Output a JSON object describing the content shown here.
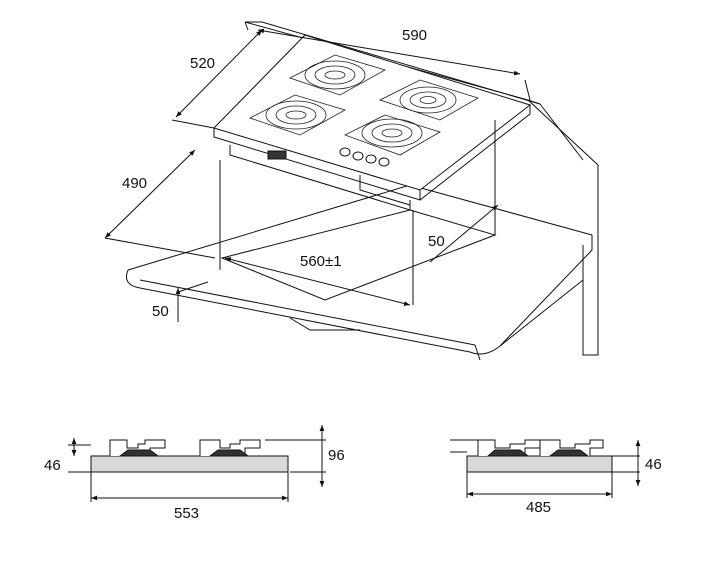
{
  "diagram": {
    "top_view": {
      "width_label": "590",
      "depth_label": "520",
      "cutout_depth_label": "490",
      "cutout_width_label": "560±1",
      "rear_clearance_label": "50",
      "front_clearance_label": "50"
    },
    "front_view": {
      "height_label": "46",
      "total_height_label": "96",
      "width_label": "553"
    },
    "side_view": {
      "height_label": "46",
      "depth_label": "485"
    }
  }
}
